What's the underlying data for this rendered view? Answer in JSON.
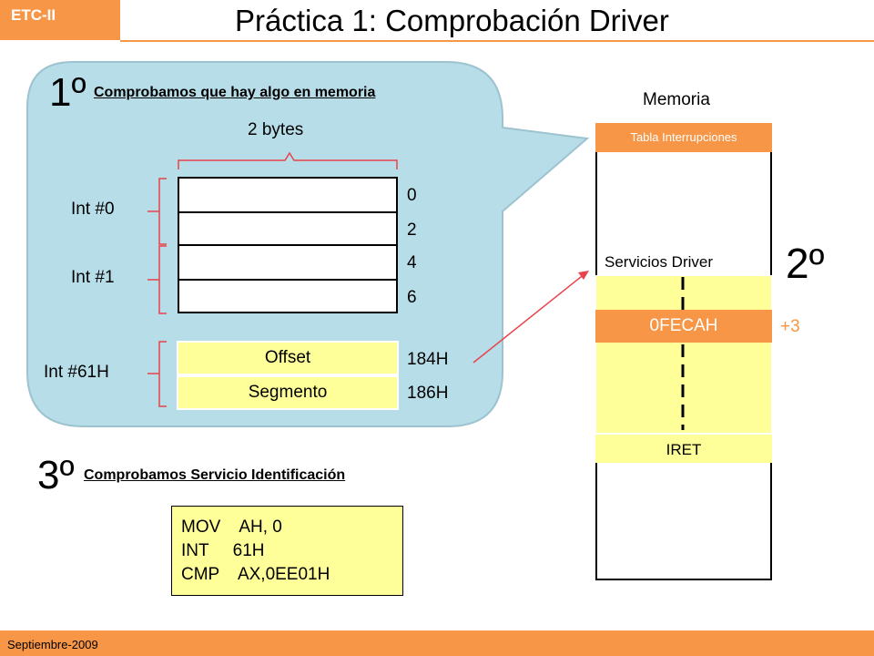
{
  "header": {
    "course": "ETC-II",
    "title": "Práctica 1: Comprobación Driver"
  },
  "footer": {
    "date": "Septiembre-2009"
  },
  "step1": {
    "number": "1º",
    "title": "Comprobamos  que  hay  algo en memoria",
    "width_label": "2 bytes",
    "addresses": [
      "0",
      "2",
      "4",
      "6"
    ],
    "int_labels": [
      "Int  #0",
      "Int  #1",
      "Int  #61H"
    ],
    "vector_cells": [
      "Offset",
      "Segmento"
    ],
    "vector_addresses": [
      "184H",
      "186H"
    ]
  },
  "memory": {
    "label": "Memoria",
    "table_label": "Tabla Interrupciones",
    "services_label": "Servicios Driver",
    "id_value": "0FECAH",
    "offset_label": "+3",
    "iret_label": "IRET"
  },
  "step2": {
    "number": "2º"
  },
  "step3": {
    "number": "3º",
    "title": "Comprobamos   Servicio    Identificación",
    "code": [
      "MOV    AH, 0",
      "INT     61H",
      "CMP    AX,0EE01H"
    ]
  },
  "colors": {
    "accent": "#f79646",
    "bubble": "#b7dde8",
    "highlight": "#ffff99",
    "arrow": "#e8434b",
    "text_light": "#ffffff"
  }
}
